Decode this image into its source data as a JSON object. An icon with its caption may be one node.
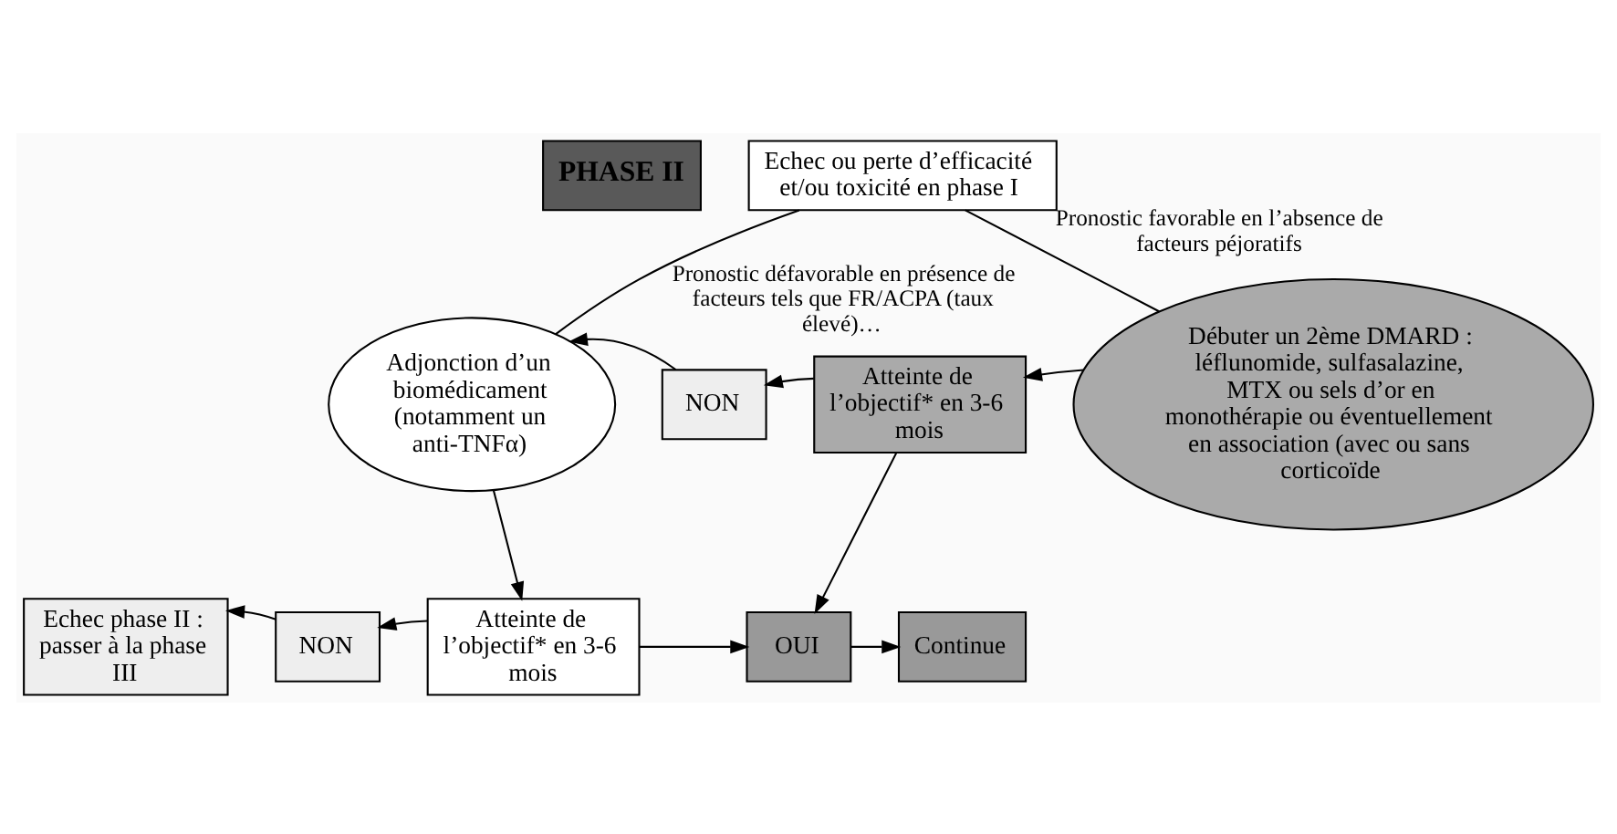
{
  "diagram": {
    "nodes": [
      {
        "text": [
          "PHASE II"
        ]
      },
      {
        "text": [
          "Echec ou perte d’efficacité et/ou toxicité en phase I"
        ]
      },
      {
        "text": [
          "Adjonction d’un biomédicament (notamment un anti-TNFα)"
        ]
      },
      {
        "text": [
          "NON"
        ]
      },
      {
        "text": [
          "Atteinte de l’objectif* en 3-6 mois"
        ]
      },
      {
        "text": [
          "Débuter un 2ème DMARD : léflunomide, sulfasalazine, MTX ou sels d’or en monothérapie ou éventuellement en association (avec ou sans corticoïde"
        ]
      },
      {
        "text": [
          "Echec phase II : passer à la phase III"
        ]
      },
      {
        "text": [
          "NON"
        ]
      },
      {
        "text": [
          "Atteinte de l’objectif* en 3-6 mois"
        ]
      },
      {
        "text": [
          "OUI"
        ]
      },
      {
        "text": [
          "Continue"
        ]
      }
    ],
    "edges": [
      {
        "from": 1,
        "to": 2,
        "arrow": "none",
        "label": "Pronostic défavorable en présence de facteurs tels que FR/ACPA (taux élevé)…"
      },
      {
        "from": 1,
        "to": 5,
        "arrow": "none",
        "label": "Pronostic favorable en l’absence de facteurs péjoratifs"
      },
      {
        "from": 5,
        "to": 4,
        "arrow": "to"
      },
      {
        "from": 4,
        "to": 3,
        "arrow": "to"
      },
      {
        "from": 3,
        "to": 2,
        "arrow": "to"
      },
      {
        "from": 2,
        "to": 8,
        "arrow": "to"
      },
      {
        "from": 4,
        "to": 9,
        "arrow": "to"
      },
      {
        "from": 8,
        "to": 7,
        "arrow": "to"
      },
      {
        "from": 7,
        "to": 6,
        "arrow": "to"
      },
      {
        "from": 8,
        "to": 9,
        "arrow": "to"
      },
      {
        "from": 9,
        "to": 10,
        "arrow": "to"
      }
    ]
  }
}
